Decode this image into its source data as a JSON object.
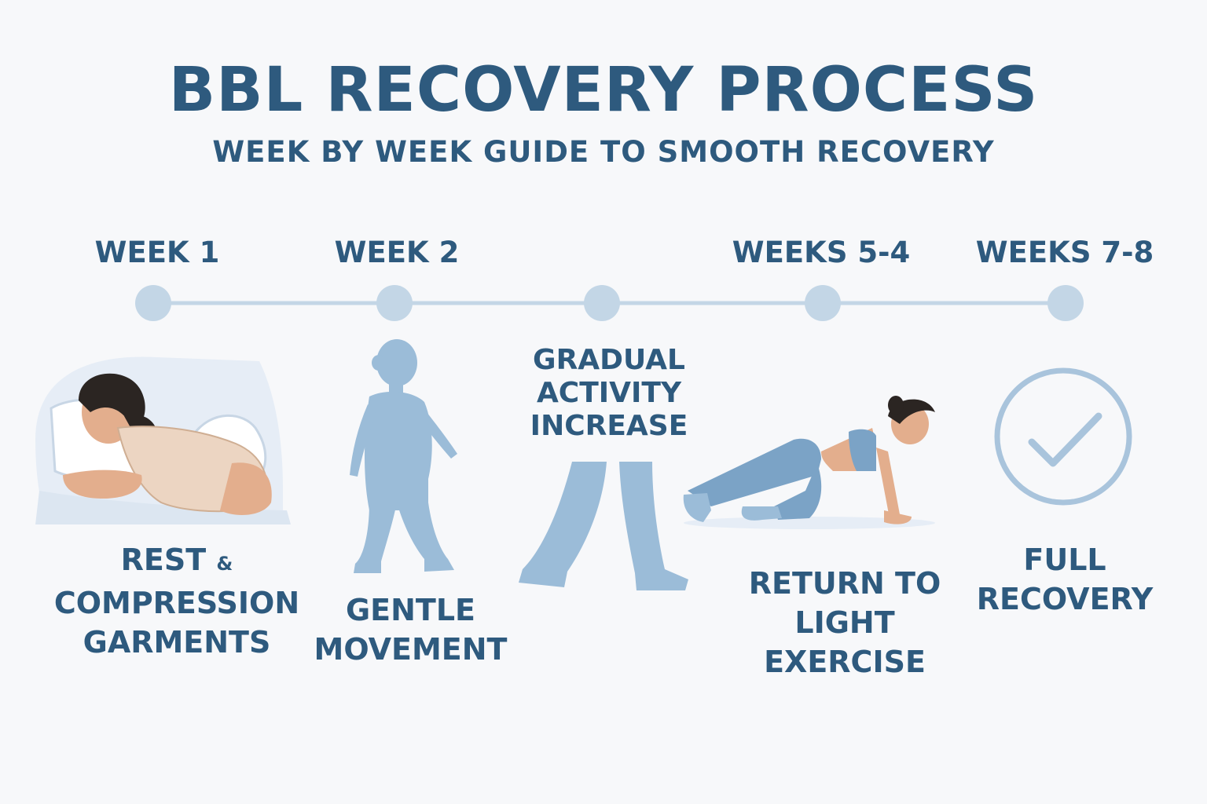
{
  "header": {
    "title": "BBL RECOVERY PROCESS",
    "subtitle": "WEEK BY WEEK GUIDE TO SMOOTH RECOVERY"
  },
  "colors": {
    "text": "#2e5a7e",
    "timeline": "#c3d6e6",
    "figure": "#9bbcd8",
    "background": "#f7f8fa"
  },
  "timeline": {
    "weeks": [
      "WEEK 1",
      "WEEK 2",
      "WEEKS 5-4",
      "WEEKS 7-8"
    ],
    "node_count": 5
  },
  "stages": [
    {
      "week": "WEEK 1",
      "label_lines": [
        "REST",
        "&",
        "COMPRESSION",
        "GARMENTS"
      ],
      "icon": "resting-woman-icon"
    },
    {
      "week": "WEEK 2",
      "label_lines": [
        "GENTLE",
        "MOVEMENT"
      ],
      "icon": "walking-figure-icon"
    },
    {
      "week": "",
      "label_lines": [
        "GRADUAL",
        "ACTIVITY",
        "INCREASE"
      ],
      "icon": "walking-legs-icon"
    },
    {
      "week": "WEEKS 5-4",
      "label_lines": [
        "RETURN TO",
        "LIGHT",
        "EXERCISE"
      ],
      "icon": "exercise-woman-icon"
    },
    {
      "week": "WEEKS 7-8",
      "label_lines": [
        "FULL",
        "RECOVERY"
      ],
      "icon": "checkmark-circle-icon"
    }
  ]
}
